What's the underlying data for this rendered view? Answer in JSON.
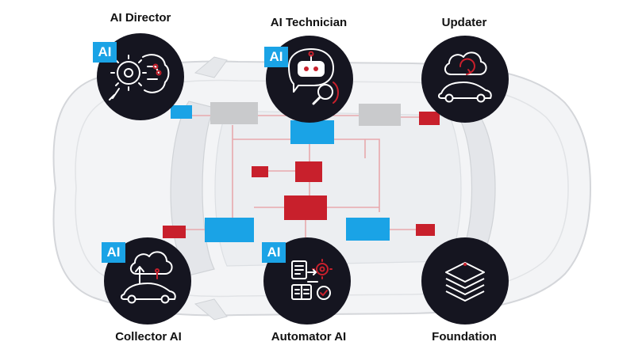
{
  "badge_text": "AI",
  "colors": {
    "circle": "#151520",
    "accent_red": "#c8202c",
    "accent_blue": "#1aa3e6",
    "ecu_gray": "#c9cacc",
    "wire": "#e8a9ad"
  },
  "nodes": [
    {
      "id": "ai-director",
      "label": "AI Director",
      "icon": "gear-wrench-brain-icon",
      "has_ai_badge": true
    },
    {
      "id": "ai-technician",
      "label": "AI Technician",
      "icon": "robot-magnifier-icon",
      "has_ai_badge": true
    },
    {
      "id": "updater",
      "label": "Updater",
      "icon": "cloud-car-sync-icon",
      "has_ai_badge": false
    },
    {
      "id": "collector-ai",
      "label": "Collector AI",
      "icon": "cloud-upload-car-icon",
      "has_ai_badge": true
    },
    {
      "id": "automator-ai",
      "label": "Automator AI",
      "icon": "documents-gears-icon",
      "has_ai_badge": true
    },
    {
      "id": "foundation",
      "label": "Foundation",
      "icon": "stacked-layers-icon",
      "has_ai_badge": false
    }
  ]
}
